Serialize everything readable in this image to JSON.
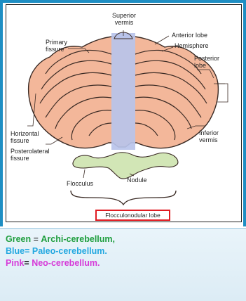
{
  "diagram": {
    "labels": {
      "superior_vermis": "Superior\nvermis",
      "primary_fissure": "Primary\nfissure",
      "anterior_lobe": "Anterior lobe",
      "hemisphere": "Hemisphere",
      "posterior_lobe": "Posterior\nlobe",
      "horizontal_fissure": "Horizontal\nfissure",
      "posterolateral_fissure": "Posterolateral\nfissure",
      "inferior_vermis": "Inferior\nvermis",
      "flocculus": "Flocculus",
      "nodule": "Nodule",
      "flocculonodular_lobe": "Flocculonodular lobe"
    },
    "colors": {
      "hemisphere_fill": "#f3b79a",
      "vermis_fill": "#b9c3ea",
      "flocculonodular_fill": "#d2e6b6",
      "highlight_border": "#e01b22",
      "frame_accent": "#1e8ec3"
    }
  },
  "legend": {
    "green": {
      "name": "Green",
      "sep": " = ",
      "value": "Archi-cerebellum,",
      "color": "#1e9e3e"
    },
    "blue": {
      "name": "Blue",
      "sep": "= ",
      "value": "Paleo-cerebellum.",
      "color": "#23a8e0"
    },
    "pink": {
      "name": "Pink",
      "sep": "= ",
      "value": "Neo-cerebellum.",
      "color": "#d63ad8"
    }
  }
}
